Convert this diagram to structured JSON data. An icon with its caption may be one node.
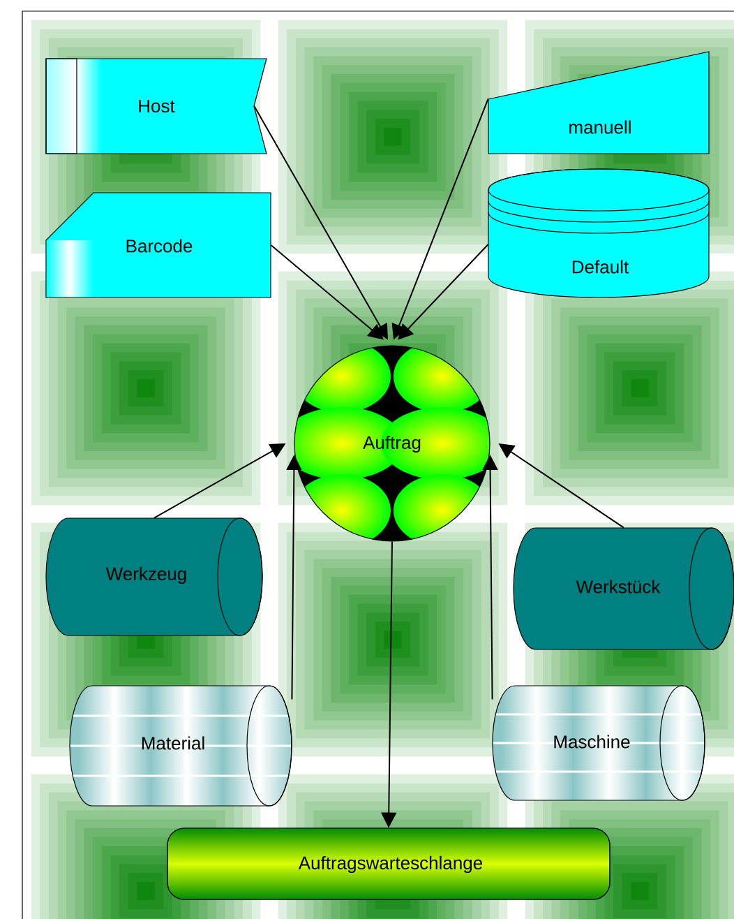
{
  "diagram": {
    "nodes": [
      {
        "text": [
          "Host"
        ]
      },
      {
        "text": [
          "manuell"
        ]
      },
      {
        "text": [
          "Barcode"
        ]
      },
      {
        "text": [
          "Default"
        ]
      },
      {
        "text": [
          "Auftrag"
        ]
      },
      {
        "text": [
          "Werkzeug"
        ]
      },
      {
        "text": [
          "Werkstück"
        ]
      },
      {
        "text": [
          "Material"
        ]
      },
      {
        "text": [
          "Maschine"
        ]
      },
      {
        "text": [
          "Auftragswarteschlange"
        ]
      }
    ],
    "edges": [
      {
        "from": 0,
        "to": 4,
        "arrow": "to"
      },
      {
        "from": 1,
        "to": 4,
        "arrow": "to"
      },
      {
        "from": 2,
        "to": 4,
        "arrow": "to"
      },
      {
        "from": 3,
        "to": 4,
        "arrow": "to"
      },
      {
        "from": 5,
        "to": 4,
        "arrow": "to"
      },
      {
        "from": 6,
        "to": 4,
        "arrow": "to"
      },
      {
        "from": 7,
        "to": 4,
        "arrow": "to"
      },
      {
        "from": 8,
        "to": 4,
        "arrow": "to"
      },
      {
        "from": 4,
        "to": 9,
        "arrow": "to"
      }
    ]
  }
}
